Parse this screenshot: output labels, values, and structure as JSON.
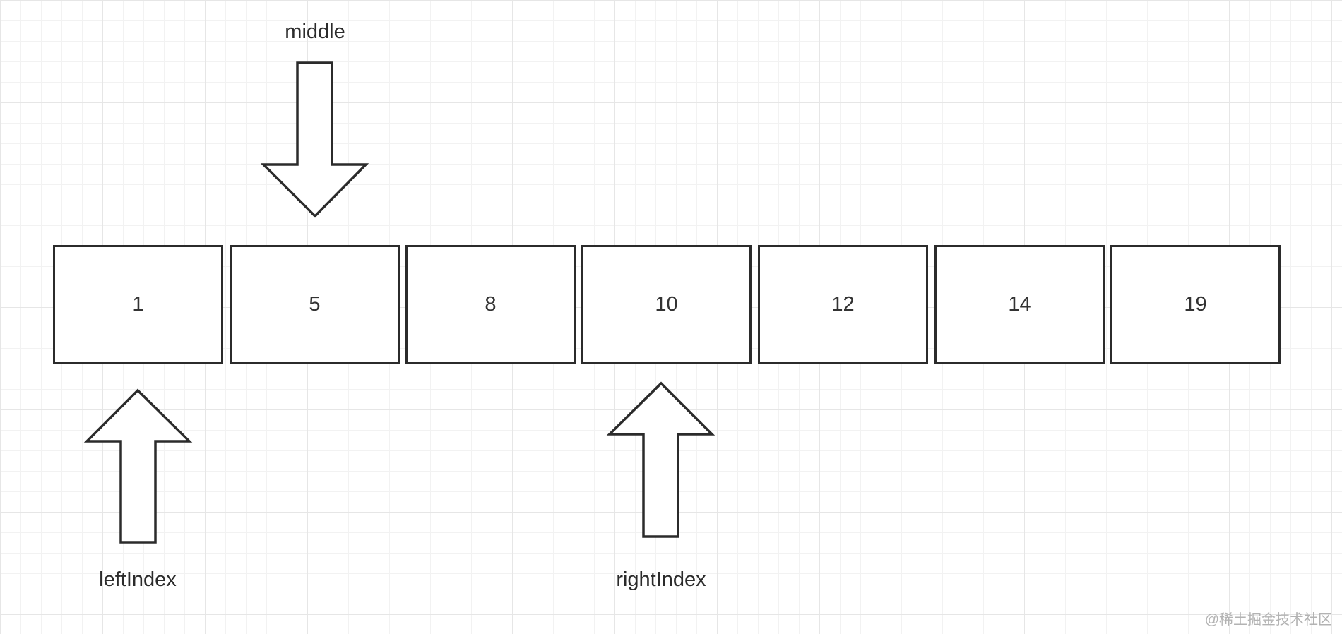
{
  "array": {
    "values": [
      "1",
      "5",
      "8",
      "10",
      "12",
      "14",
      "19"
    ]
  },
  "pointers": {
    "middle": {
      "label": "middle",
      "index": 1,
      "direction": "down"
    },
    "left": {
      "label": "leftIndex",
      "index": 0,
      "direction": "up"
    },
    "right": {
      "label": "rightIndex",
      "index": 3,
      "direction": "up"
    }
  },
  "watermark": "@稀土掘金技术社区",
  "colors": {
    "stroke": "#2b2b2b",
    "text": "#333333",
    "grid_major": "#e6e6e6",
    "grid_minor": "#f2f2f2"
  }
}
